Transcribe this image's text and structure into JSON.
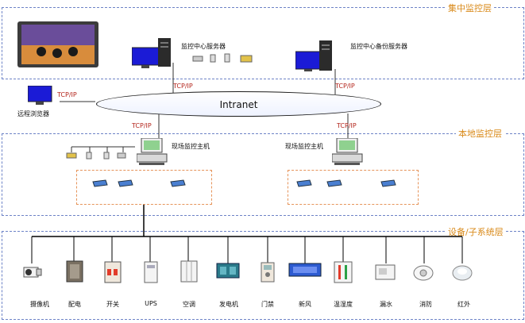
{
  "layers": {
    "central": "集中监控层",
    "local": "本地监控层",
    "device": "设备/子系统层"
  },
  "network": {
    "intranet": "Intranet",
    "tcp_ip": "TCP/IP"
  },
  "nodes": {
    "center_server": "监控中心服务器",
    "backup_server": "监控中心备份服务器",
    "remote_browser": "远程浏览器",
    "site_host_1": "现场监控主机",
    "site_host_2": "现场监控主机"
  },
  "devices": [
    {
      "label": "摄像机",
      "icon": "camera-icon"
    },
    {
      "label": "配电",
      "icon": "power-distribution-icon"
    },
    {
      "label": "开关",
      "icon": "switch-breaker-icon"
    },
    {
      "label": "UPS",
      "icon": "ups-icon"
    },
    {
      "label": "空调",
      "icon": "air-conditioner-icon"
    },
    {
      "label": "发电机",
      "icon": "generator-icon"
    },
    {
      "label": "门禁",
      "icon": "access-control-icon"
    },
    {
      "label": "新风",
      "icon": "fresh-air-icon"
    },
    {
      "label": "温湿度",
      "icon": "thermometer-icon"
    },
    {
      "label": "漏水",
      "icon": "water-leak-sensor-icon"
    },
    {
      "label": "消防",
      "icon": "smoke-detector-icon"
    },
    {
      "label": "红外",
      "icon": "infrared-sensor-icon"
    }
  ]
}
